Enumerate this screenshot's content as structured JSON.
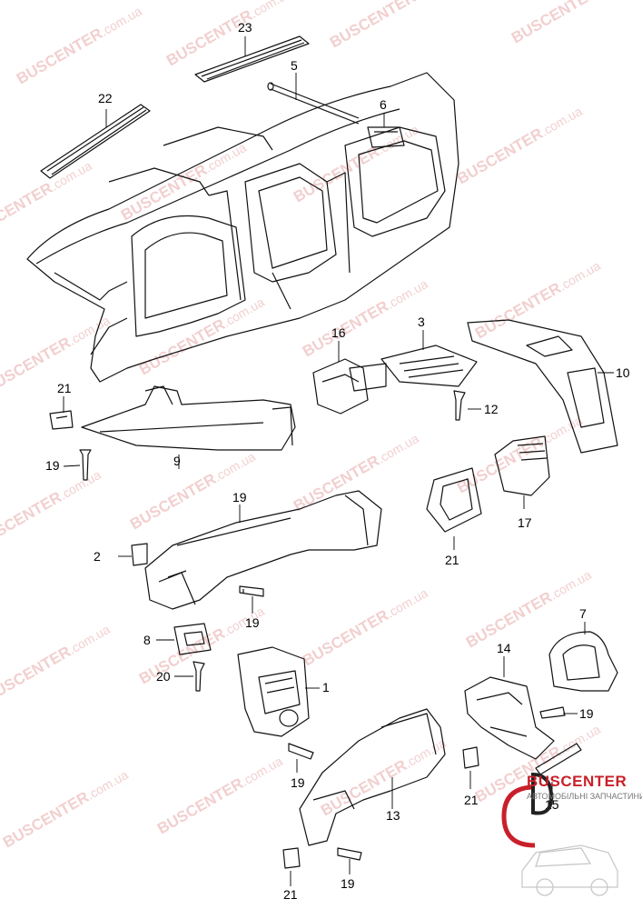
{
  "callouts": [
    "23",
    "22",
    "5",
    "6",
    "16",
    "3",
    "10",
    "21",
    "19",
    "9",
    "19",
    "17",
    "2",
    "21",
    "12",
    "19",
    "8",
    "20",
    "1",
    "7",
    "14",
    "19",
    "19",
    "21",
    "15",
    "13",
    "21",
    "19"
  ],
  "watermark": {
    "brand": "BUSCENTER",
    "suffix": ".com.ua"
  },
  "logo": {
    "title": "BUSCENTER",
    "subtitle": "АВТОМОБІЛЬНІ ЗАПЧАСТИНИ"
  }
}
